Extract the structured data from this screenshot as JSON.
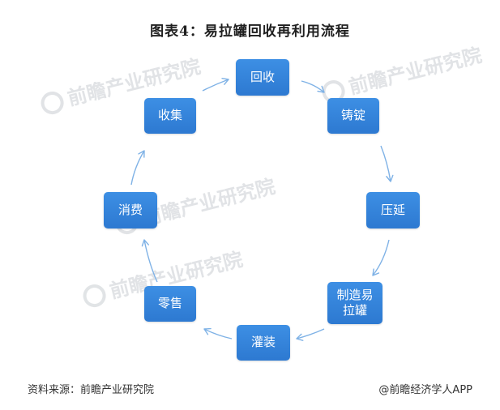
{
  "title": "图表4：易拉罐回收再利用流程",
  "watermark_text": "前瞻产业研究院",
  "nodes": [
    {
      "id": "recycle",
      "label": "回收"
    },
    {
      "id": "ingot",
      "label": "铸锭"
    },
    {
      "id": "roll",
      "label": "压延"
    },
    {
      "id": "make-can",
      "label": "制造易拉罐"
    },
    {
      "id": "fill",
      "label": "灌装"
    },
    {
      "id": "retail",
      "label": "零售"
    },
    {
      "id": "consume",
      "label": "消费"
    },
    {
      "id": "collect",
      "label": "收集"
    }
  ],
  "edges": [
    [
      "recycle",
      "ingot"
    ],
    [
      "ingot",
      "roll"
    ],
    [
      "roll",
      "make-can"
    ],
    [
      "make-can",
      "fill"
    ],
    [
      "fill",
      "retail"
    ],
    [
      "retail",
      "consume"
    ],
    [
      "consume",
      "collect"
    ],
    [
      "collect",
      "recycle"
    ]
  ],
  "footer": {
    "source": "资料来源：前瞻产业研究院",
    "brand": "@前瞻经济学人APP"
  },
  "colors": {
    "node": "#2f7ed8",
    "arrow": "#7fb2e6",
    "watermark": "#c9cdd2"
  }
}
